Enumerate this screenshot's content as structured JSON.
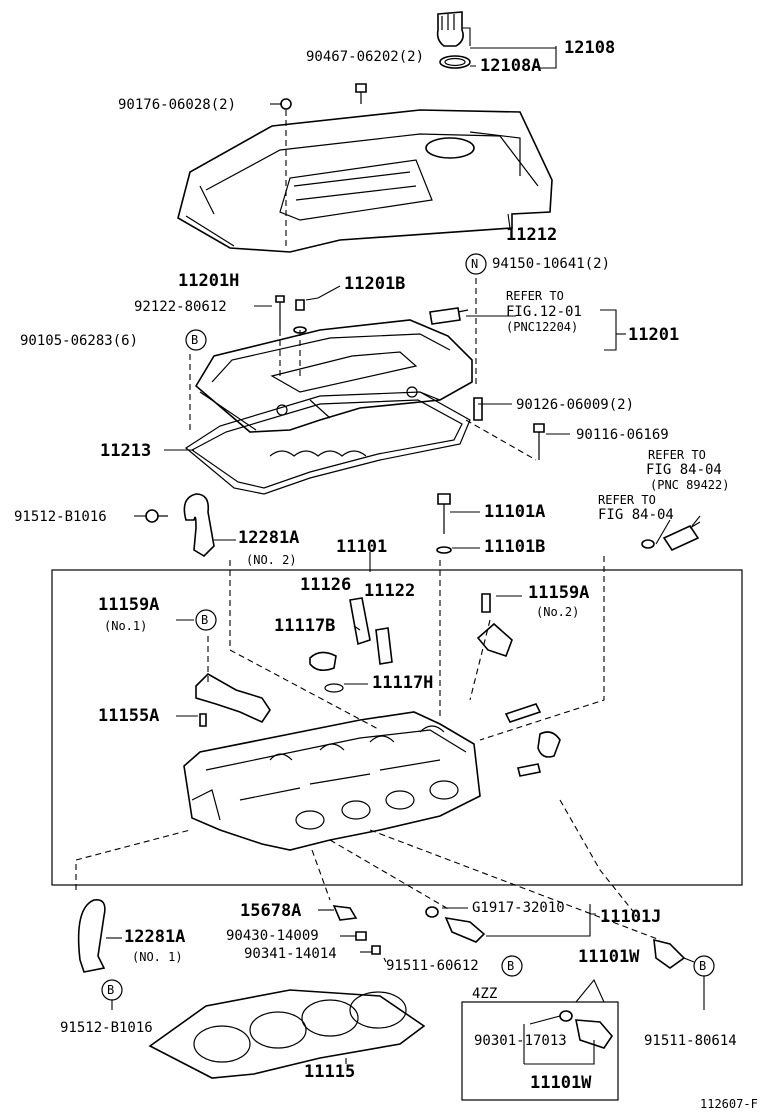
{
  "labels": {
    "p12108": "12108",
    "p12108A": "12108A",
    "p90467": "90467-06202(2)",
    "p90176": "90176-06028(2)",
    "p11212": "11212",
    "p94150": "94150-10641(2)",
    "pN": "N",
    "p11201H": "11201H",
    "p11201B": "11201B",
    "p92122": "92122-80612",
    "refer1201_line1": "REFER TO",
    "refer1201_line2": "FIG.12-01",
    "refer1201_line3": "(PNC12204)",
    "p11201": "11201",
    "p90105": "90105-06283(6)",
    "pB1": "B",
    "p90126": "90126-06009(2)",
    "p90116": "90116-06169",
    "p11213": "11213",
    "refer8404a_line1": "REFER TO",
    "refer8404a_line2": "FIG 84-04",
    "refer8404a_line3": "(PNC 89422)",
    "refer8404b_line1": "REFER TO",
    "refer8404b_line2": "FIG 84-04",
    "p91512top": "91512-B1016",
    "p12281Atop": "12281A",
    "pNo2a": "(NO. 2)",
    "p11101A": "11101A",
    "p11101B": "11101B",
    "p11101": "11101",
    "p11126": "11126",
    "p11122": "11122",
    "p11159Aleft": "11159A",
    "pNo1a": "(No.1)",
    "pB2": "B",
    "p11117B": "11117B",
    "p11159Aright": "11159A",
    "pNo2b": "(No.2)",
    "p11117H": "11117H",
    "p11155A": "11155A",
    "p15678A": "15678A",
    "pG1917": "G1917-32010",
    "p11101J": "11101J",
    "p12281Abot": "12281A",
    "pNo1b": "(NO. 1)",
    "p90430": "90430-14009",
    "p90341": "90341-14014",
    "p91511_606": "91511-60612",
    "pB3": "B",
    "p11101W": "11101W",
    "pB4": "B",
    "p4ZZ": "4ZZ",
    "pB5": "B",
    "p91512bot": "91512-B1016",
    "p90301": "90301-17013",
    "p91511_806": "91511-80614",
    "p11115": "11115",
    "p11101Wbox": "11101W",
    "figcode": "112607-F"
  }
}
